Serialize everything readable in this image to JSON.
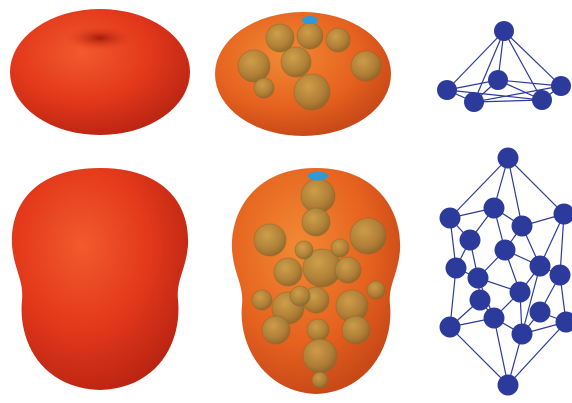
{
  "colors": {
    "background": "#ffffff",
    "surface_red": "#e23a1c",
    "surface_orange": "#e9661f",
    "core_sphere": "#b08a3e",
    "cap_blue": "#2f9ad6",
    "lattice_node": "#2c3a9c",
    "lattice_edge": "#2c3a9c"
  },
  "rows": [
    {
      "surface_shape": "oblate-dimpled",
      "cutaway_core_count": 8,
      "lattice_node_count": 6
    },
    {
      "surface_shape": "peanut-elongated",
      "cutaway_core_count": 20,
      "lattice_node_count": 19
    }
  ]
}
